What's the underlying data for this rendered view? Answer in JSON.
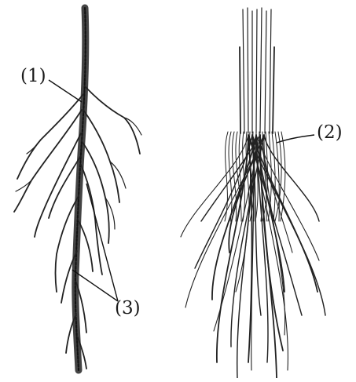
{
  "labels": {
    "label_1": "(1)",
    "label_2": "(2)",
    "label_3": "(3)"
  },
  "colors": {
    "ink": "#222222",
    "background": "#ffffff"
  }
}
